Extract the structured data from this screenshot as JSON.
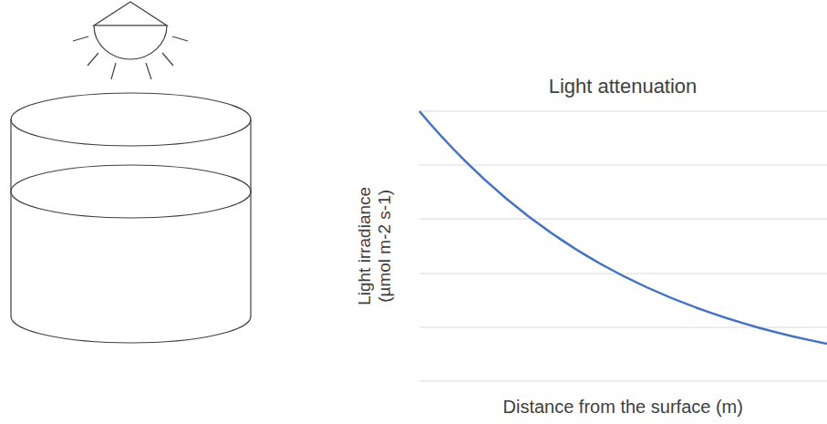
{
  "diagram": {
    "title": "Light attenuation",
    "labels": [
      "Light irradiance (µmol m-2 s-1)",
      "Distance from the surface (m)"
    ]
  }
}
